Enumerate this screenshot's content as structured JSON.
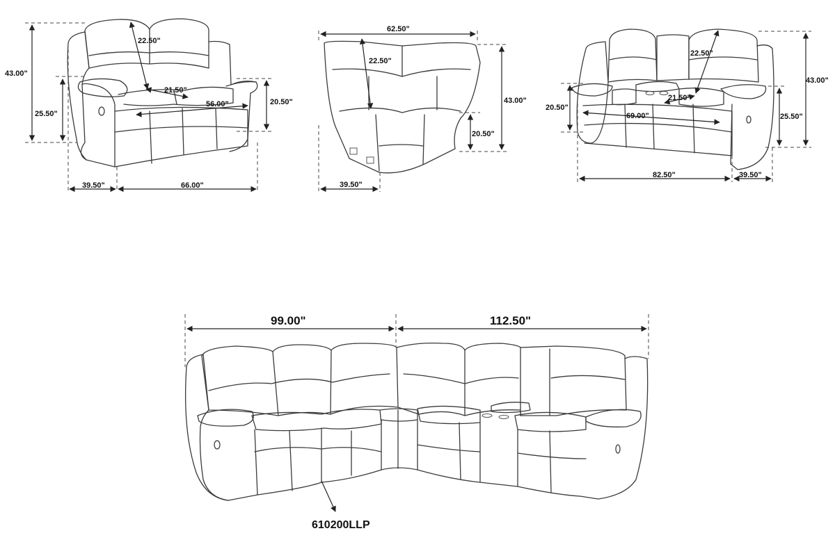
{
  "loveseat": {
    "height": "43.00\"",
    "seat_height": "25.50\"",
    "back_depth": "22.50\"",
    "seat_depth": "21.50\"",
    "seat_width": "56.00\"",
    "arm_height": "20.50\"",
    "depth": "39.50\"",
    "width": "66.00\""
  },
  "wedge": {
    "width": "62.50\"",
    "back_depth": "22.50\"",
    "height": "43.00\"",
    "arm_height": "20.50\"",
    "depth": "39.50\""
  },
  "console_loveseat": {
    "back_depth": "22.50\"",
    "height": "43.00\"",
    "arm_height": "20.50\"",
    "seat_depth": "21.50\"",
    "seat_width": "69.00\"",
    "seat_height": "25.50\"",
    "width": "82.50\"",
    "depth": "39.50\""
  },
  "sectional": {
    "left_width": "99.00\"",
    "right_width": "112.50\"",
    "model_number": "610200LLP"
  }
}
